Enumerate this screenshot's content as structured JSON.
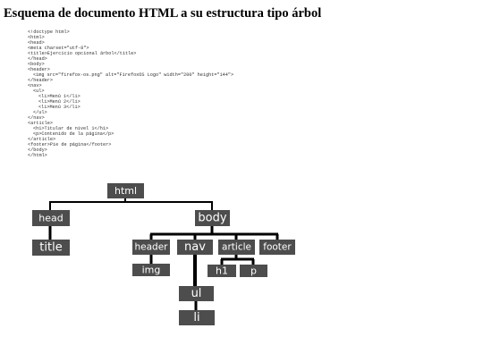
{
  "title": "Esquema de documento HTML a su estructura tipo árbol",
  "code_lines": [
    "<!doctype html>",
    "<html>",
    "<head>",
    "<meta charset=\"utf-8\">",
    "<title>Ejercicio opcional árbol</title>",
    "</head>",
    "<body>",
    "<header>",
    "<img src=\"firefox-os.png\" alt=\"FirefoxOS Logo\" width=\"200\" height=\"144\">",
    "</header>",
    "<nav>",
    "<ul>",
    "<li>Menú 1</li>",
    "<li>Menú 2</li>",
    "<li>Menú 3</li>",
    "</ul>",
    "</nav>",
    "<article>",
    "<h1>Titular de nivel 1</h1>",
    "<p>Contenido de la página</p>",
    "</article>",
    "<footer>Pie de página</footer>",
    "</body>",
    "</html>"
  ],
  "tree": {
    "node_color": "#4d4d4d",
    "label_color": "#ffffff",
    "nodes": {
      "html": "html",
      "head": "head",
      "body": "body",
      "title": "title",
      "header": "header",
      "nav": "nav",
      "article": "article",
      "footer": "footer",
      "img": "img",
      "h1": "h1",
      "p": "p",
      "ul": "ul",
      "li": "li"
    }
  }
}
